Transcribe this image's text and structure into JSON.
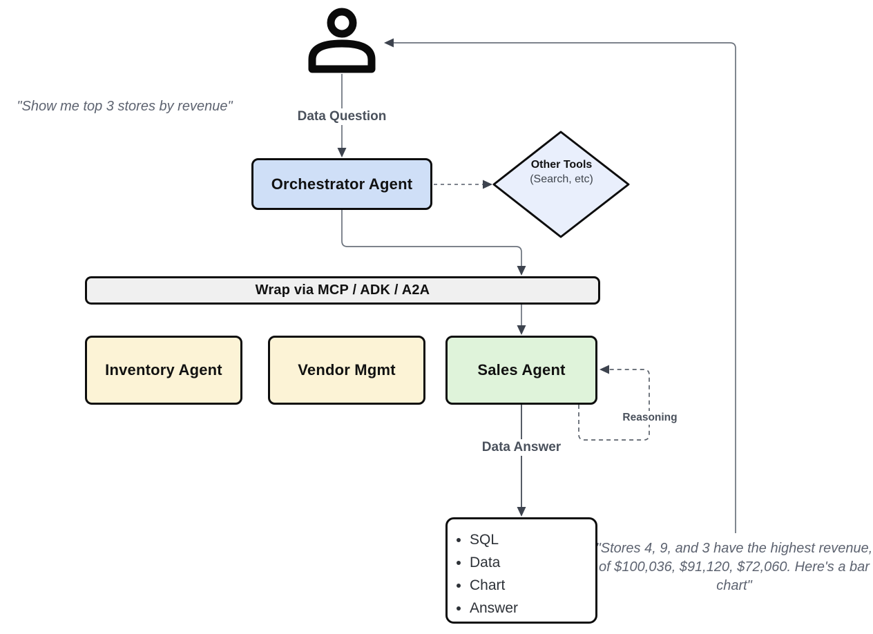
{
  "quotes": {
    "user_question": "\"Show me top 3 stores by revenue\"",
    "final_answer": "\"Stores 4, 9, and 3 have the highest revenue, of $100,036, $91,120, $72,060. Here's a bar chart\""
  },
  "edge_labels": {
    "data_question": "Data Question",
    "data_answer": "Data Answer",
    "reasoning": "Reasoning"
  },
  "nodes": {
    "orchestrator": {
      "label": "Orchestrator Agent",
      "fill": "#cfdff7"
    },
    "other_tools": {
      "title": "Other Tools",
      "subtitle": "(Search, etc)",
      "fill": "#e9effc"
    },
    "wrap_layer": {
      "label": "Wrap via MCP / ADK / A2A",
      "fill": "#f0f0f0"
    },
    "inventory_agent": {
      "label": "Inventory Agent",
      "fill": "#fcf3d6"
    },
    "vendor_mgmt": {
      "label": "Vendor Mgmt",
      "fill": "#fcf3d6"
    },
    "sales_agent": {
      "label": "Sales Agent",
      "fill": "#dff3da"
    },
    "output": {
      "items": [
        "SQL",
        "Data",
        "Chart",
        "Answer"
      ],
      "fill": "#ffffff"
    }
  },
  "icons": {
    "person": "person-icon"
  },
  "colors": {
    "connector": "#6b727c",
    "arrowhead": "#3d434e",
    "node_border": "#0d0d0d",
    "edge_label_text": "#4a515c",
    "quote_text": "#5d6370",
    "icon": "#0a0a0a"
  }
}
